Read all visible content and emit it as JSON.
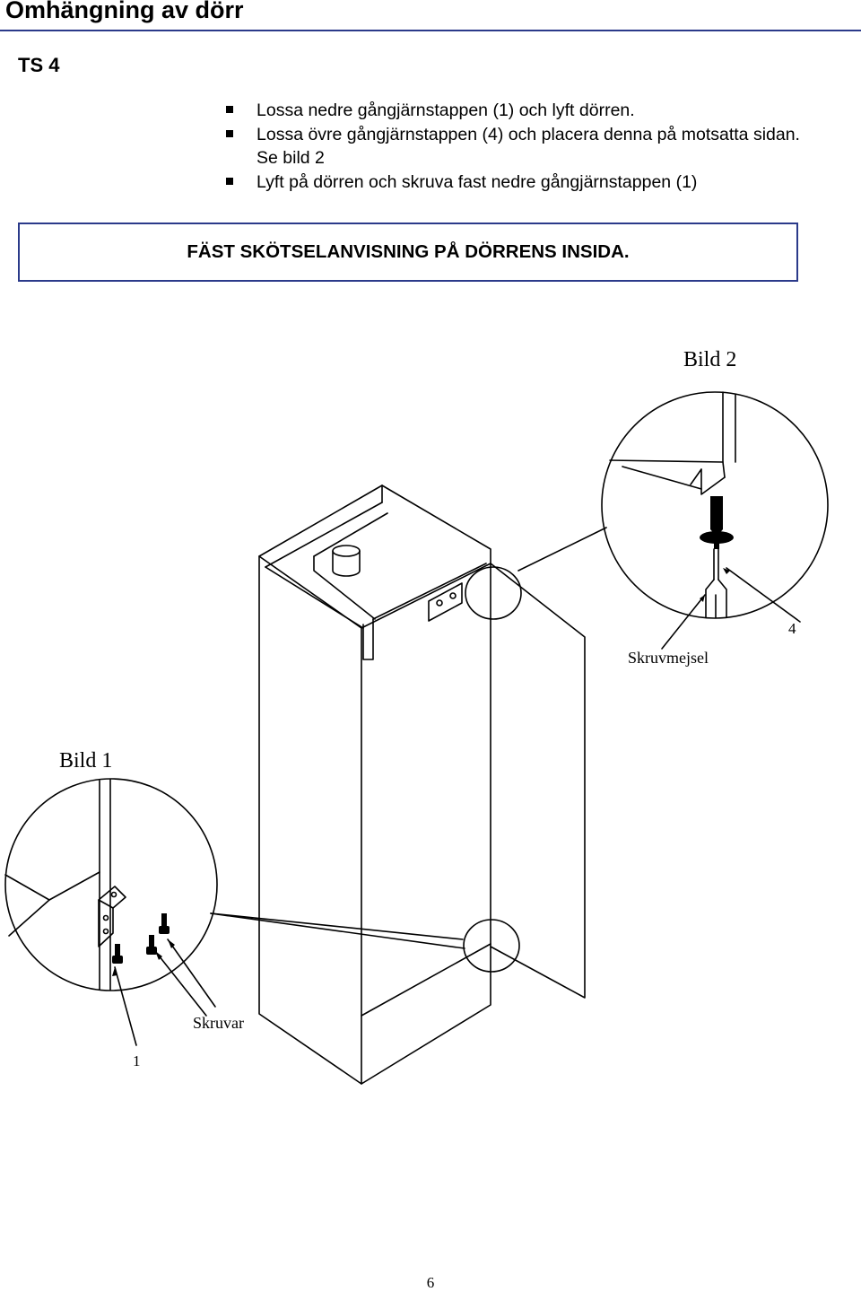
{
  "header": {
    "title": "Omhängning av dörr",
    "section": "TS 4"
  },
  "steps": [
    "Lossa nedre gångjärnstappen (1) och lyft dörren.",
    "Lossa övre gångjärnstappen (4) och placera denna på motsatta sidan. Se bild 2",
    "Lyft på dörren och skruva fast nedre gångjärnstappen (1)"
  ],
  "notice": "FÄST SKÖTSELANVISNING PÅ DÖRRENS INSIDA.",
  "figure": {
    "bild1_label": "Bild 1",
    "bild2_label": "Bild 2",
    "screws_label": "Skruvar",
    "screwdriver_label": "Skruvmejsel",
    "callout_1": "1",
    "callout_4": "4"
  },
  "page_number": "6"
}
